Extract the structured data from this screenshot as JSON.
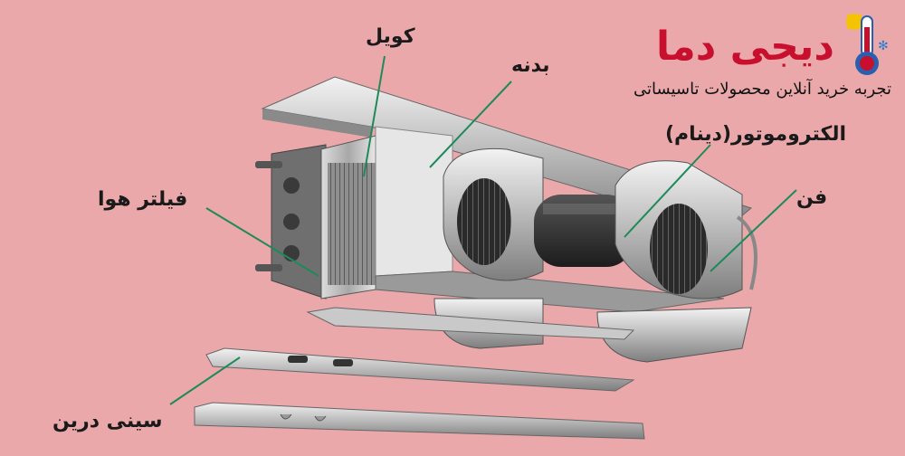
{
  "labels": {
    "coil": "کویل",
    "body": "بدنه",
    "electromotor": "الکتروموتور(دینام)",
    "fan": "فن",
    "air_filter": "فیلتر هوا",
    "drain_tray": "سینی درین"
  },
  "brand": {
    "name": "دیجی دما",
    "tagline": "تجربه خرید آنلاین محصولات تاسیساتی",
    "name_color": "#c8102e"
  },
  "colors": {
    "background": "#eaa8aa",
    "leader_line": "#1e8a5a"
  }
}
